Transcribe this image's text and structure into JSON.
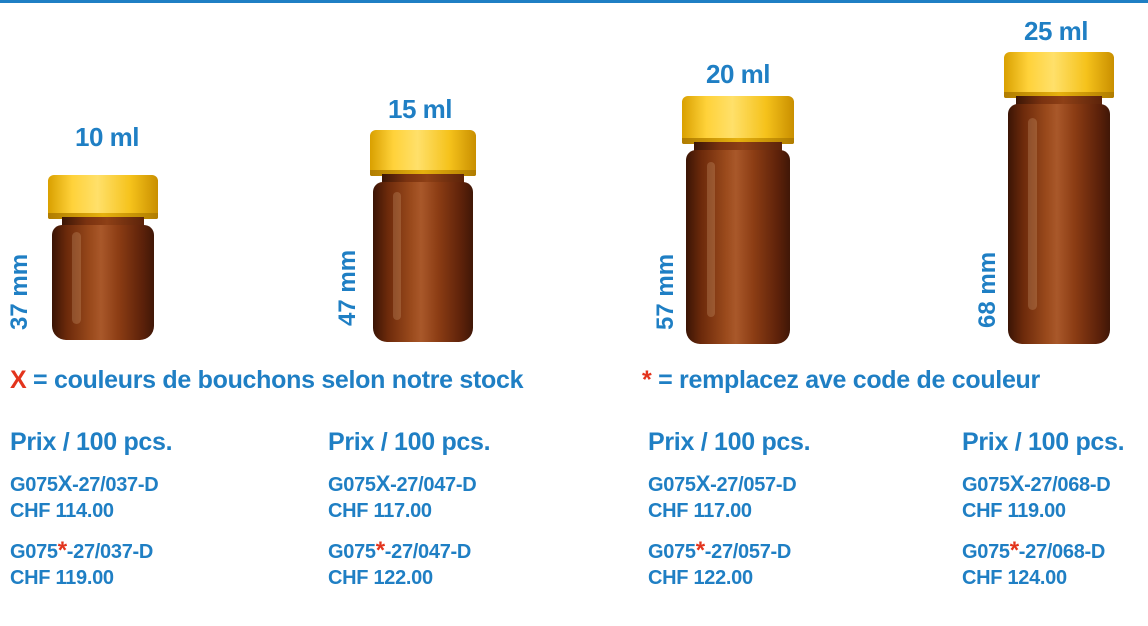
{
  "vials": [
    {
      "volume": "10 ml",
      "height": "37 mm"
    },
    {
      "volume": "15 ml",
      "height": "47 mm"
    },
    {
      "volume": "20 ml",
      "height": "57 mm"
    },
    {
      "volume": "25 ml",
      "height": "68 mm"
    }
  ],
  "legend": {
    "x_symbol": "X",
    "x_text": "= couleurs de bouchons selon notre stock",
    "star_symbol": "*",
    "star_text": "= remplacez ave code de couleur"
  },
  "products": [
    {
      "price_label": "Prix / 100 pcs.",
      "code1_prefix": "G075",
      "code1_mark": "X",
      "code1_suffix": "-27/037-D",
      "price1": "CHF 114.00",
      "code2_prefix": "G075",
      "code2_mark": "*",
      "code2_suffix": "-27/037-D",
      "price2": "CHF 119.00"
    },
    {
      "price_label": "Prix / 100 pcs.",
      "code1_prefix": "G075",
      "code1_mark": "X",
      "code1_suffix": "-27/047-D",
      "price1": "CHF 117.00",
      "code2_prefix": "G075",
      "code2_mark": "*",
      "code2_suffix": "-27/047-D",
      "price2": "CHF 122.00"
    },
    {
      "price_label": "Prix / 100 pcs.",
      "code1_prefix": "G075",
      "code1_mark": "X",
      "code1_suffix": "-27/057-D",
      "price1": "CHF 117.00",
      "code2_prefix": "G075",
      "code2_mark": "*",
      "code2_suffix": "-27/057-D",
      "price2": "CHF 122.00"
    },
    {
      "price_label": "Prix / 100 pcs.",
      "code1_prefix": "G075",
      "code1_mark": "X",
      "code1_suffix": "-27/068-D",
      "price1": "CHF 119.00",
      "code2_prefix": "G075",
      "code2_mark": "*",
      "code2_suffix": "-27/068-D",
      "price2": "CHF 124.00"
    }
  ],
  "colors": {
    "brand_blue": "#1f7fc4",
    "accent_red": "#e3341d",
    "cap_yellow": "#ffd23a",
    "amber_glass": "#8c3d14"
  }
}
